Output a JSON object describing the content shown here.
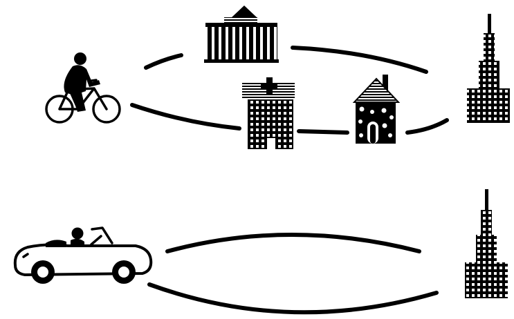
{
  "scenes": [
    {
      "traveler": "bicycle",
      "stops": [
        "museum",
        "hospital",
        "house",
        "skyscraper"
      ]
    },
    {
      "traveler": "car",
      "stops": [
        "skyscraper"
      ]
    }
  ],
  "icons": [
    "cyclist-icon",
    "museum-icon",
    "hospital-icon",
    "house-icon",
    "skyscraper-icon",
    "convertible-car-icon"
  ],
  "colors": {
    "ink": "#000000",
    "background": "#ffffff"
  }
}
